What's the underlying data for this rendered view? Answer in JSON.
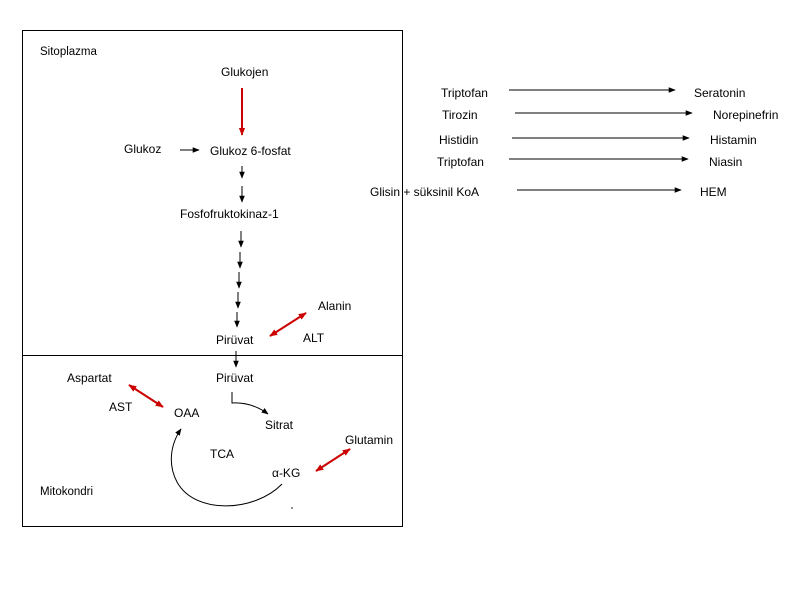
{
  "regions": {
    "cytoplasm": "Sitoplazma",
    "mitochondria": "Mitokondri"
  },
  "pathway": {
    "glycogen": "Glukojen",
    "glucose": "Glukoz",
    "glucose6p": "Glukoz 6-fosfat",
    "pfk1": "Fosfofruktokinaz-1",
    "pyruvate_cyto": "Pirüvat",
    "pyruvate_mito": "Pirüvat",
    "alanine": "Alanin",
    "alt": "ALT",
    "aspartate": "Aspartat",
    "ast": "AST",
    "oaa": "OAA",
    "citrate": "Sitrat",
    "tca": "TCA",
    "akg": "α-KG",
    "glutamine": "Glutamin"
  },
  "conversions": [
    {
      "from": "Triptofan",
      "to": "Seratonin"
    },
    {
      "from": "Tirozin",
      "to": "Norepinefrin"
    },
    {
      "from": "Histidin",
      "to": "Histamin"
    },
    {
      "from": "Triptofan",
      "to": "Niasin"
    },
    {
      "from": "Glisin + süksinil KoA",
      "to": "HEM"
    }
  ],
  "colors": {
    "line": "#000000",
    "highlight": "#cc0000"
  }
}
